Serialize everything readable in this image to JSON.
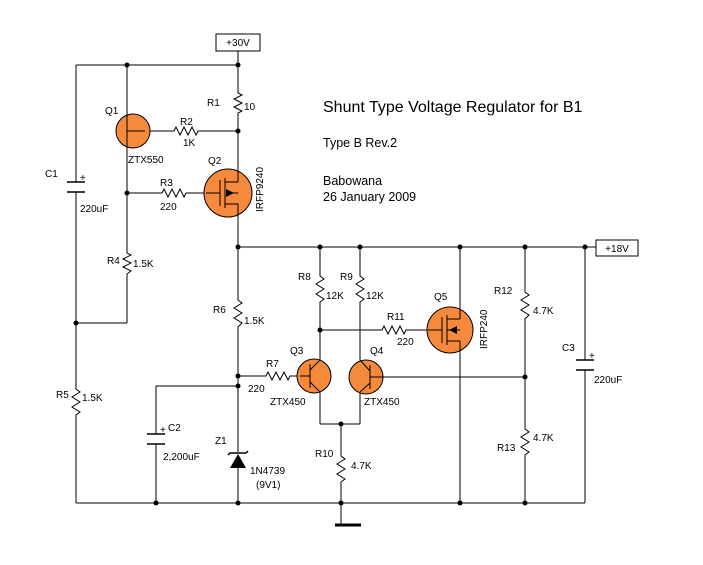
{
  "title": "Shunt Type Voltage Regulator for B1",
  "revision": "Type B Rev.2",
  "author": "Babowana",
  "date": "26 January 2009",
  "rails": {
    "top": "+30V",
    "out": "+18V"
  },
  "colors": {
    "transistor_fill": "#f58a3c",
    "wire": "#000000"
  },
  "refs": {
    "q1": "Q1",
    "q2": "Q2",
    "q3": "Q3",
    "q4": "Q4",
    "q5": "Q5",
    "z1": "Z1",
    "c1": "C1",
    "c2": "C2",
    "c3": "C3",
    "r1": "R1",
    "r2": "R2",
    "r3": "R3",
    "r4": "R4",
    "r5": "R5",
    "r6": "R6",
    "r7": "R7",
    "r8": "R8",
    "r9": "R9",
    "r10": "R10",
    "r11": "R11",
    "r12": "R12",
    "r13": "R13"
  },
  "values": {
    "q1": "ZTX550",
    "q2": "IRFP9240",
    "q3": "ZTX450",
    "q4": "ZTX450",
    "q5": "IRFP240",
    "z1": "1N4739",
    "z1_v": "(9V1)",
    "c1": "220uF",
    "c2": "2,200uF",
    "c3": "220uF",
    "r1": "10",
    "r2": "1K",
    "r3": "220",
    "r4": "1.5K",
    "r5": "1.5K",
    "r6": "1.5K",
    "r7": "220",
    "r8": "12K",
    "r9": "12K",
    "r10": "4.7K",
    "r11": "220",
    "r12": "4.7K",
    "r13": "4.7K"
  },
  "polarity": {
    "plus": "+"
  }
}
